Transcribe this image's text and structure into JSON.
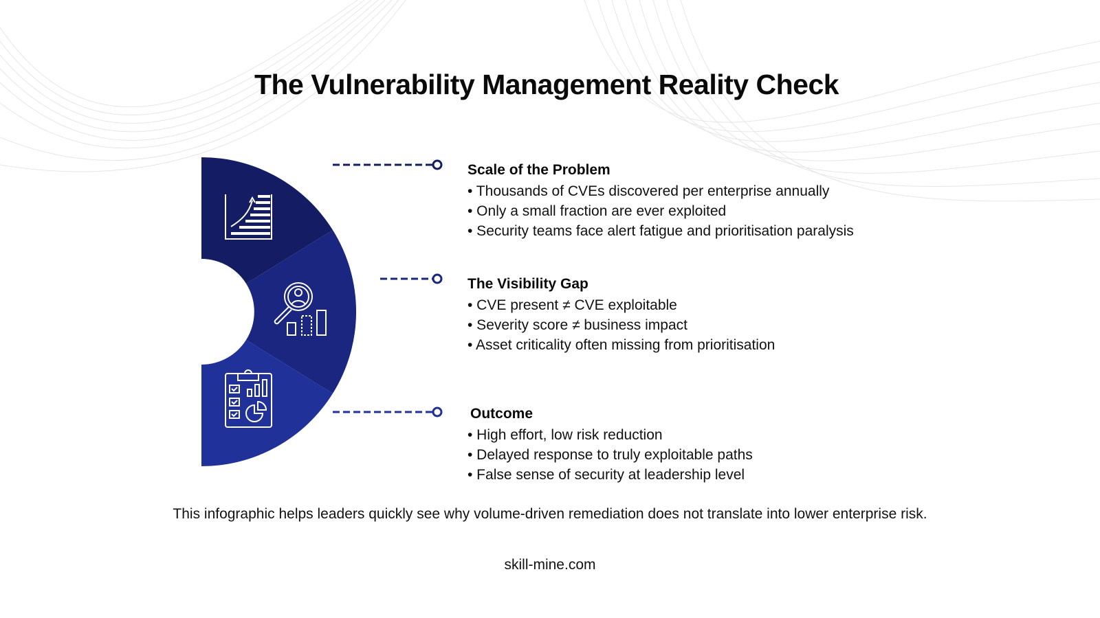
{
  "title": "The Vulnerability Management Reality Check",
  "sections": [
    {
      "heading": "Scale of the Problem",
      "icon": "growth-chart-icon",
      "color": "#141c64",
      "bullets": [
        "• Thousands of CVEs discovered per enterprise annually",
        "• Only a small fraction are ever exploited",
        "• Security teams face alert fatigue and prioritisation paralysis"
      ]
    },
    {
      "heading": "The Visibility Gap",
      "icon": "magnifier-person-chart-icon",
      "color": "#1b2680",
      "bullets": [
        "• CVE present ≠ CVE exploitable",
        "• Severity score ≠ business impact",
        "• Asset criticality often missing from prioritisation"
      ]
    },
    {
      "heading": "Outcome",
      "icon": "clipboard-report-icon",
      "color": "#21319a",
      "bullets": [
        "• High effort, low risk reduction",
        "• Delayed response to truly exploitable paths",
        "• False sense of security at leadership level"
      ]
    }
  ],
  "footer_note": "This infographic helps leaders quickly see why volume-driven remediation does not translate into lower enterprise risk.",
  "website": "skill-mine.com"
}
